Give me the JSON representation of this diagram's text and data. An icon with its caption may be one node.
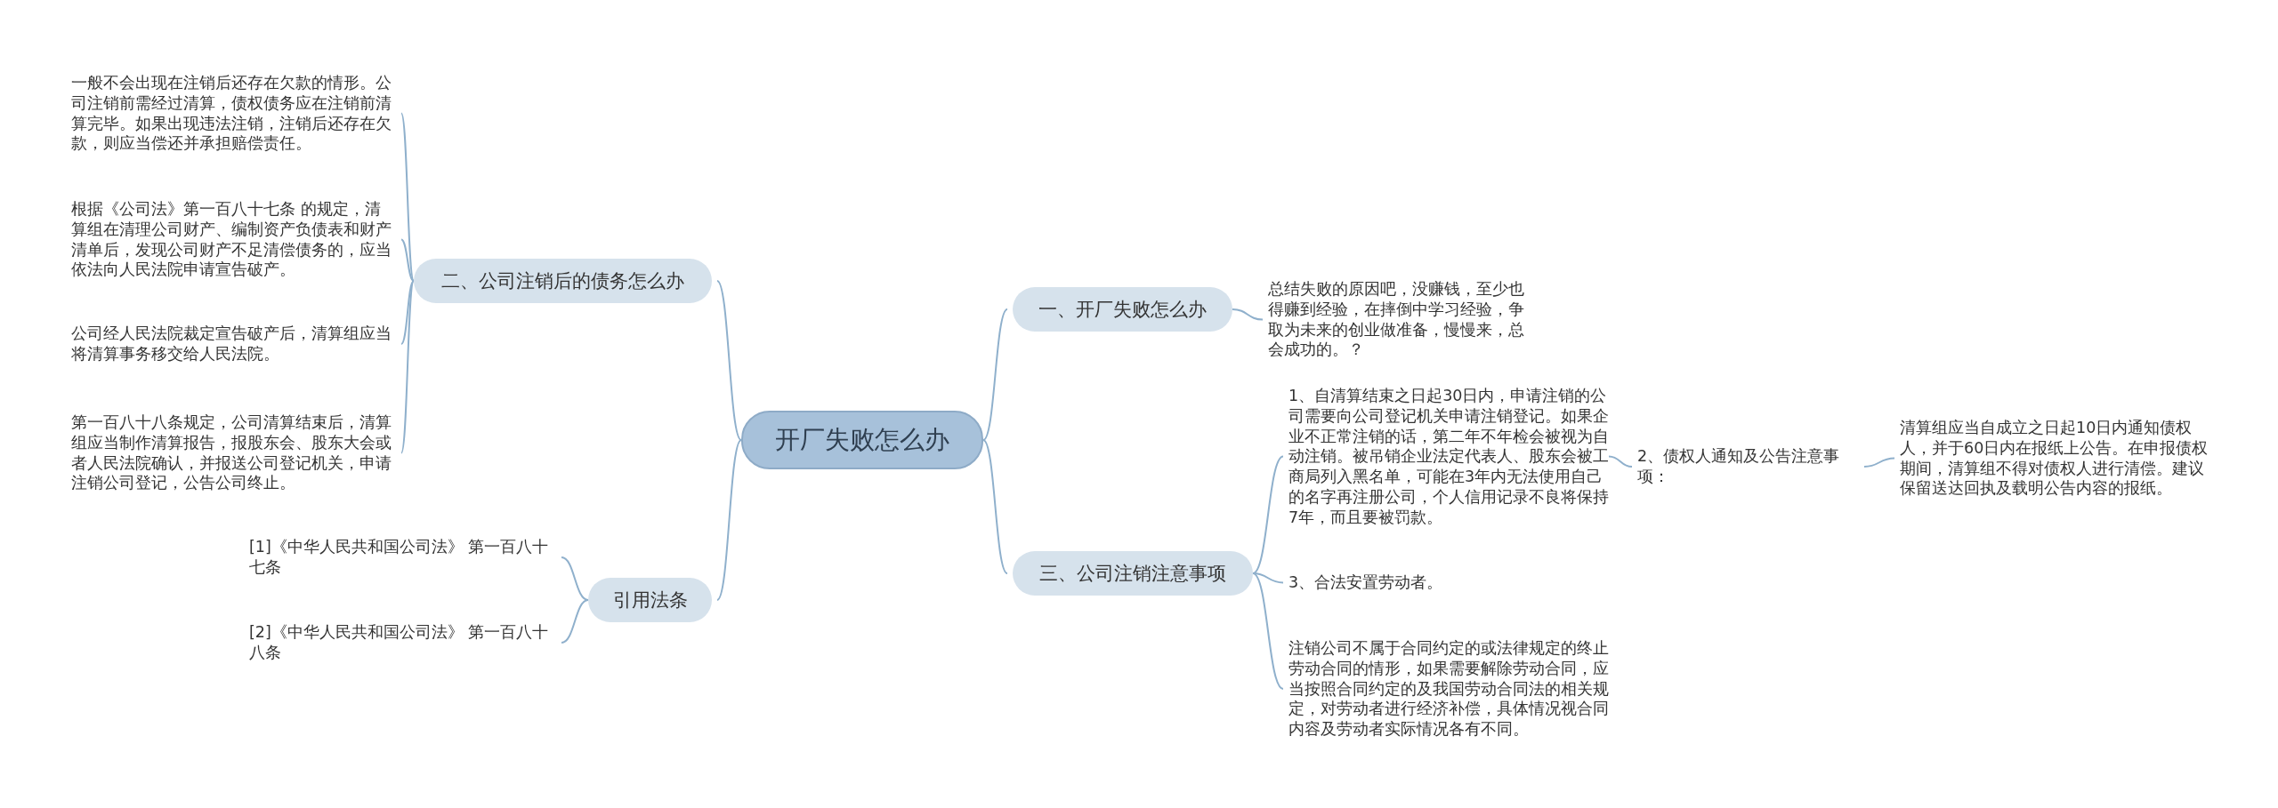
{
  "diagram": {
    "nodes": [
      {
        "text": [
          "开厂失败怎么办"
        ]
      },
      {
        "text": [
          "二、公司注销后的债务怎么办"
        ]
      },
      {
        "text": [
          "一般不会出现在注销后还存在欠款的情形。公司注销前需经过清算，债权债务应在注销前清算完毕。如果出现违法注销，注销后还存在欠款，则应当偿还并承担赔偿责任。"
        ]
      },
      {
        "text": [
          "根据《公司法》第一百八十七条 的规定，清算组在清理公司财产、编制资产负债表和财产清单后，发现公司财产不足清偿债务的，应当依法向人民法院申请宣告破产。"
        ]
      },
      {
        "text": [
          "公司经人民法院裁定宣告破产后，清算组应当将清算事务移交给人民法院。"
        ]
      },
      {
        "text": [
          "第一百八十八条规定，公司清算结束后，清算组应当制作清算报告，报股东会、股东大会或者人民法院确认，并报送公司登记机关，申请注销公司登记，公告公司终止。"
        ]
      },
      {
        "text": [
          "引用法条"
        ]
      },
      {
        "text": [
          "[1]《中华人民共和国公司法》 第一百八十七条"
        ]
      },
      {
        "text": [
          "[2]《中华人民共和国公司法》 第一百八十八条"
        ]
      },
      {
        "text": [
          "一、开厂失败怎么办"
        ]
      },
      {
        "text": [
          "总结失败的原因吧，没赚钱，至少也得赚到经验，在摔倒中学习经验，争取为未来的创业做准备，慢慢来，总会成功的。？"
        ]
      },
      {
        "text": [
          "三、公司注销注意事项"
        ]
      },
      {
        "text": [
          "1、自清算结束之日起30日内，申请注销的公司需要向公司登记机关申请注销登记。如果企业不正常注销的话，第二年不年检会被视为自动注销。被吊销企业法定代表人、股东会被工商局列入黑名单，可能在3年内无法使用自己的名字再注册公司，个人信用记录不良将保持7年，而且要被罚款。"
        ]
      },
      {
        "text": [
          "2、债权人通知及公告注意事项："
        ]
      },
      {
        "text": [
          "清算组应当自成立之日起10日内通知债权人，并于60日内在报纸上公告。在申报债权期间，清算组不得对债权人进行清偿。建议保留送达回执及载明公告内容的报纸。"
        ]
      },
      {
        "text": [
          "3、合法安置劳动者。"
        ]
      },
      {
        "text": [
          "注销公司不属于合同约定的或法律规定的终止劳动合同的情形，如果需要解除劳动合同，应当按照合同约定的及我国劳动合同法的相关规定，对劳动者进行经济补偿，具体情况视合同内容及劳动者实际情况各有不同。"
        ]
      }
    ],
    "edges": [
      {
        "from": 0,
        "to": 1,
        "arrow": "none"
      },
      {
        "from": 1,
        "to": 2,
        "arrow": "none"
      },
      {
        "from": 1,
        "to": 3,
        "arrow": "none"
      },
      {
        "from": 1,
        "to": 4,
        "arrow": "none"
      },
      {
        "from": 1,
        "to": 5,
        "arrow": "none"
      },
      {
        "from": 0,
        "to": 6,
        "arrow": "none"
      },
      {
        "from": 6,
        "to": 7,
        "arrow": "none"
      },
      {
        "from": 6,
        "to": 8,
        "arrow": "none"
      },
      {
        "from": 0,
        "to": 9,
        "arrow": "none"
      },
      {
        "from": 9,
        "to": 10,
        "arrow": "none"
      },
      {
        "from": 0,
        "to": 11,
        "arrow": "none"
      },
      {
        "from": 11,
        "to": 12,
        "arrow": "none"
      },
      {
        "from": 12,
        "to": 13,
        "arrow": "none"
      },
      {
        "from": 13,
        "to": 14,
        "arrow": "none"
      },
      {
        "from": 11,
        "to": 15,
        "arrow": "none"
      },
      {
        "from": 11,
        "to": 16,
        "arrow": "none"
      }
    ]
  }
}
